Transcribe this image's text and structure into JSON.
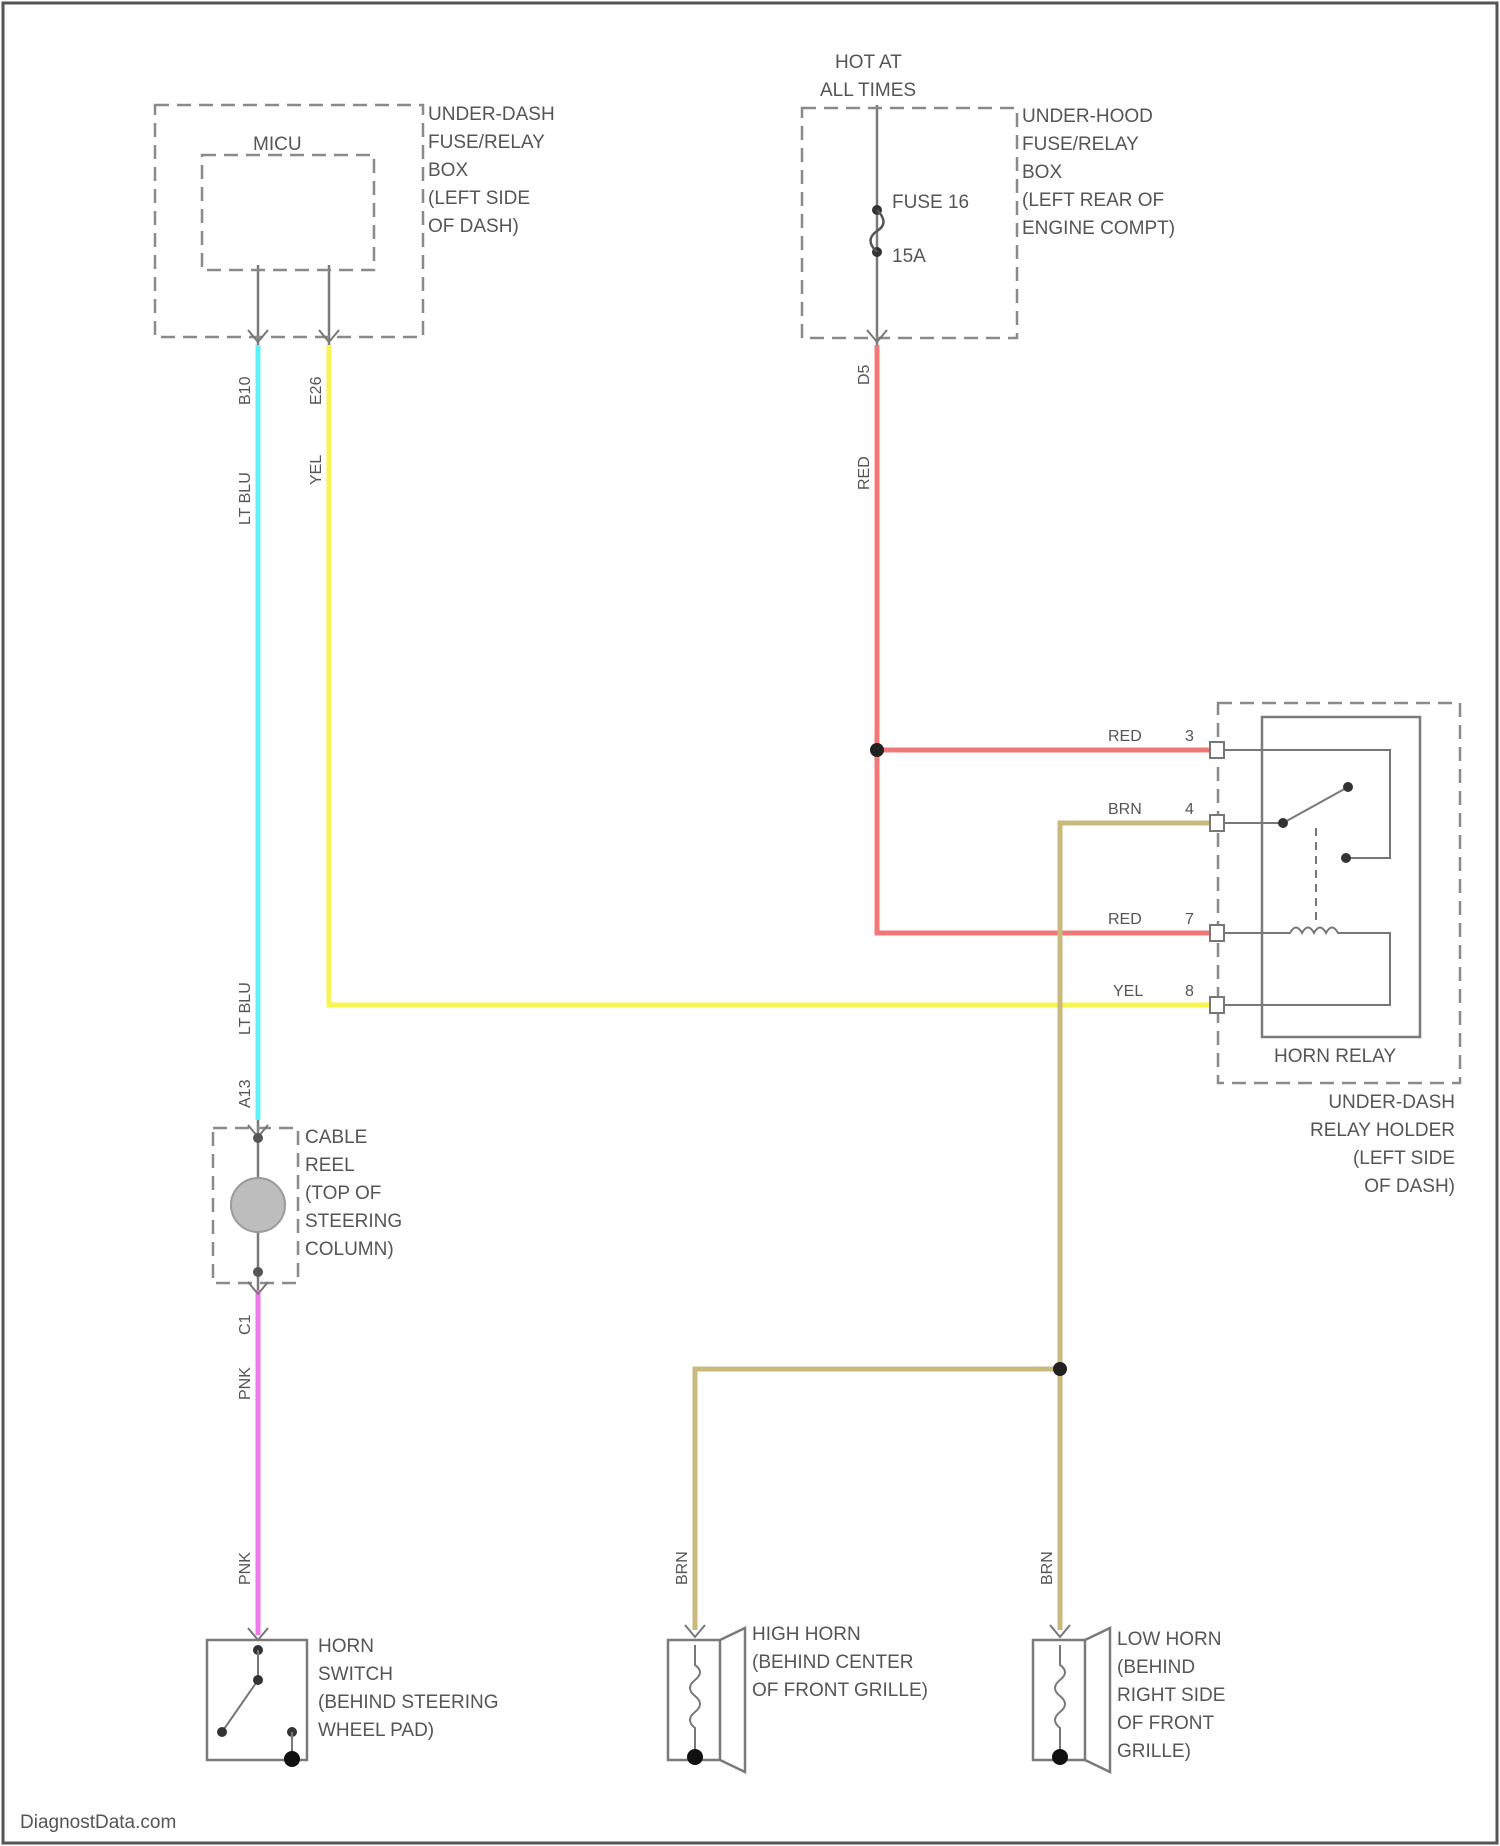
{
  "colors": {
    "lt_blu": "#5ff1fa",
    "yel": "#f8f553",
    "red": "#f07878",
    "brn": "#c9b97c",
    "pnk": "#f07be8",
    "outline": "#8a8a8a"
  },
  "components": {
    "micu": {
      "name": "MICU",
      "location": [
        "UNDER-DASH",
        "FUSE/RELAY",
        "BOX",
        "(LEFT SIDE",
        "OF DASH)"
      ]
    },
    "underhood_box": {
      "hot_label": [
        "HOT AT",
        "ALL TIMES"
      ],
      "fuse_name": "FUSE 16",
      "fuse_rating": "15A",
      "location": [
        "UNDER-HOOD",
        "FUSE/RELAY",
        "BOX",
        "(LEFT REAR OF",
        "ENGINE COMPT)"
      ]
    },
    "horn_relay": {
      "name": "HORN RELAY",
      "location": [
        "UNDER-DASH",
        "RELAY HOLDER",
        "(LEFT SIDE",
        "OF DASH)"
      ]
    },
    "cable_reel": {
      "location": [
        "CABLE",
        "REEL",
        "(TOP OF",
        "STEERING",
        "COLUMN)"
      ]
    },
    "horn_switch": {
      "location": [
        "HORN",
        "SWITCH",
        "(BEHIND STEERING",
        "WHEEL PAD)"
      ]
    },
    "high_horn": {
      "location": [
        "HIGH HORN",
        "(BEHIND CENTER",
        "OF FRONT GRILLE)"
      ]
    },
    "low_horn": {
      "location": [
        "LOW HORN",
        "(BEHIND",
        "RIGHT SIDE",
        "OF FRONT",
        "GRILLE)"
      ]
    }
  },
  "connectors": {
    "micu_pin_a": "B10",
    "micu_pin_b": "E26",
    "fuse_pin": "D5",
    "reel_top_pin": "A13",
    "reel_bottom_pin": "C1"
  },
  "relay_pins": [
    {
      "wire": "RED",
      "pin": "3"
    },
    {
      "wire": "BRN",
      "pin": "4"
    },
    {
      "wire": "RED",
      "pin": "7"
    },
    {
      "wire": "YEL",
      "pin": "8"
    }
  ],
  "wires": {
    "lt_blu": "LT BLU",
    "yel": "YEL",
    "red": "RED",
    "pnk": "PNK",
    "brn": "BRN"
  },
  "footer": "DiagnostData.com"
}
